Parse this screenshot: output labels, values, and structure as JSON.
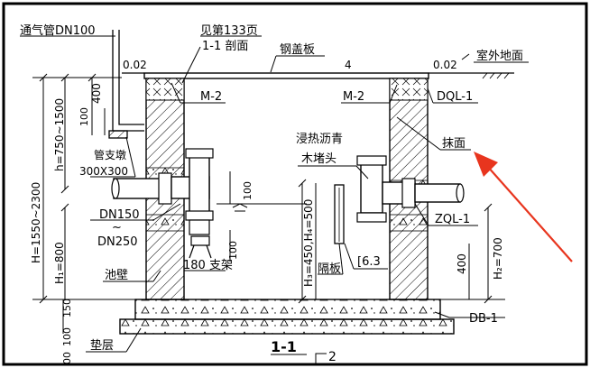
{
  "labels": {
    "vent_pipe": "通气管DN100",
    "see_page": "见第133页",
    "section_ref": "1-1 剖面",
    "steel_cover": "钢盖板",
    "outdoor_ground": "室外地面",
    "m2_left": "M-2",
    "m2_right": "M-2",
    "dql1": "DQL-1",
    "plaster": "抹面",
    "asphalt_line1": "浸热沥青",
    "asphalt_line2": "木堵头",
    "pipe_pier": "管支墩",
    "pier_size": "300X300",
    "dn150": "DN150",
    "tilde": "~",
    "dn250": "DN250",
    "zql1": "ZQL-1",
    "support_180": "180",
    "support": "支架",
    "partition": "隔板",
    "steel_63": "[6.3",
    "pool_wall": "池壁",
    "db1": "DB-1",
    "cushion": "垫层",
    "section_title": "1-1",
    "section_mark": "2"
  },
  "dimensions": {
    "slope_left": "0.02",
    "slope_right": "0.02",
    "four": "4",
    "d400_top": "400",
    "d100_top": "100",
    "h_750_1500": "h=750~1500",
    "H_total": "H=1550~2300",
    "H1": "H₁=800",
    "d100_mid": "100",
    "d100_low": "100",
    "H3H4": "H₃=450,H₄=500",
    "H2": "H₂=700",
    "d400_right": "400",
    "d150": "150",
    "d100_bottom": "100",
    "d00": "00"
  },
  "colors": {
    "line": "#000000",
    "arrow": "#e8351e",
    "background": "#ffffff"
  }
}
